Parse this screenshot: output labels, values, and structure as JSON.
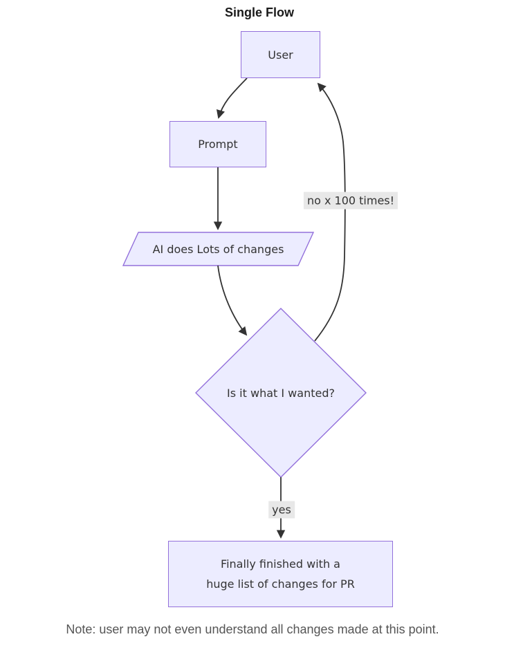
{
  "title": "Single Flow",
  "nodes": {
    "user": {
      "label": "User"
    },
    "prompt": {
      "label": "Prompt"
    },
    "ai": {
      "label": "AI does Lots of changes"
    },
    "decision": {
      "label": "Is it what I wanted?"
    },
    "final": {
      "lines": [
        "Finally finished with a",
        "huge list of changes for PR"
      ]
    }
  },
  "edge_labels": {
    "no": "no x 100 times!",
    "yes": "yes"
  },
  "note": "Note: user may not even understand all changes made at this point.",
  "colors": {
    "node_fill": "#ECECFF",
    "node_border": "#9370DB",
    "edge_line": "#333333",
    "edge_label_bg": "#e8e8e8",
    "node_text": "#333333",
    "title_text": "#1a1a1a",
    "note_text": "#555555"
  }
}
